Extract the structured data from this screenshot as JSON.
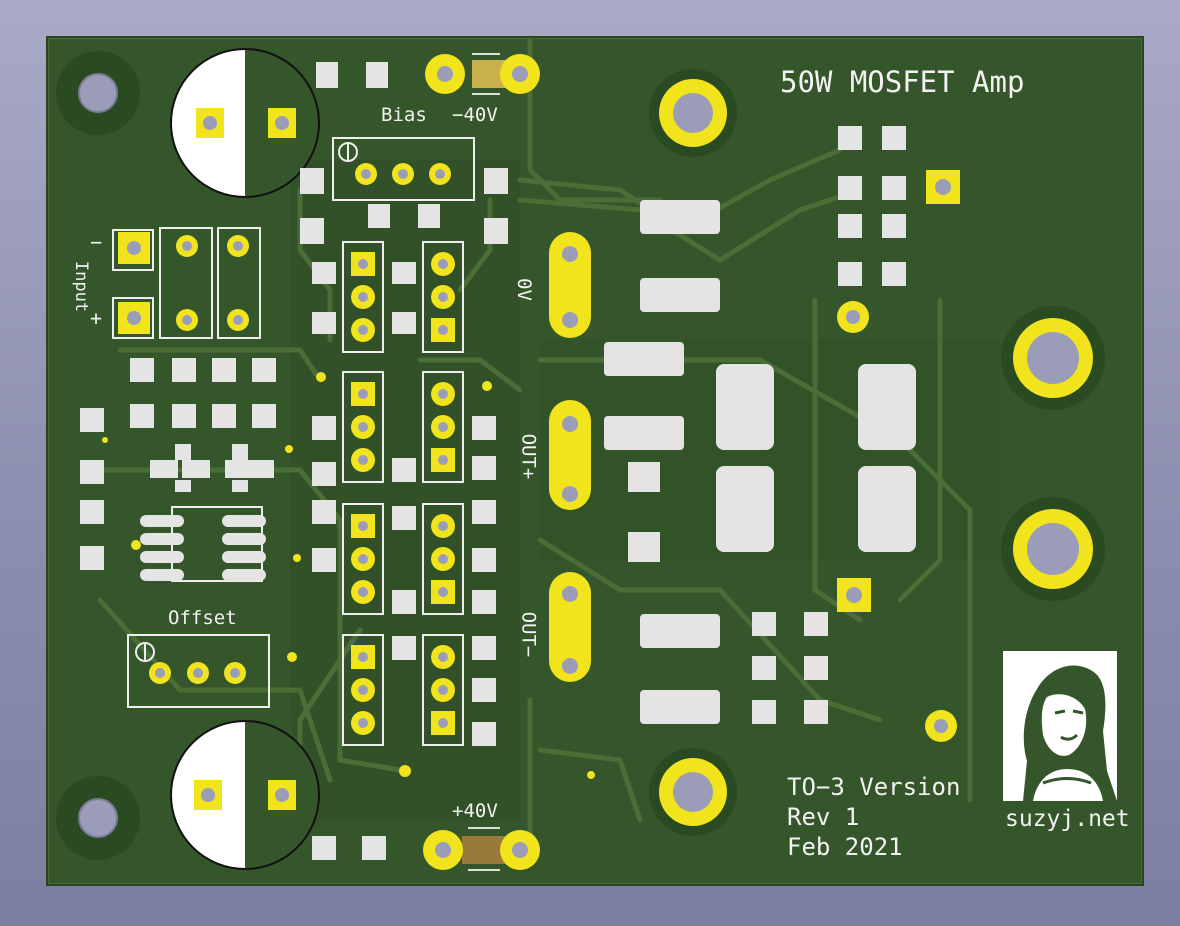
{
  "board": {
    "title": "50W MOSFET Amp",
    "bias_label": "Bias",
    "neg_rail_label": "−40V",
    "pos_rail_label": "+40V",
    "offset_label": "Offset",
    "input_label": "Input",
    "input_minus": "−",
    "input_plus": "+",
    "zero_v_label": "0V",
    "out_plus_label": "OUT+",
    "out_minus_label": "OUT−",
    "version_label": "TO−3 Version",
    "revision_label": "Rev 1",
    "date_label": "Feb 2021",
    "website_label": "suzyj.net"
  },
  "colors": {
    "board": "#35552a",
    "copper": "#2a4a22",
    "trace": "#4a6e36",
    "pad": "#f2e41c",
    "smd_pad": "#e4e4e4",
    "silk": "#f2f2f2",
    "hole": "#9a9cb8"
  },
  "icons": [
    "mounting-hole-icon",
    "electrolytic-capacitor-icon",
    "trimmer-potentiometer-icon",
    "artist-portrait-logo-icon"
  ]
}
